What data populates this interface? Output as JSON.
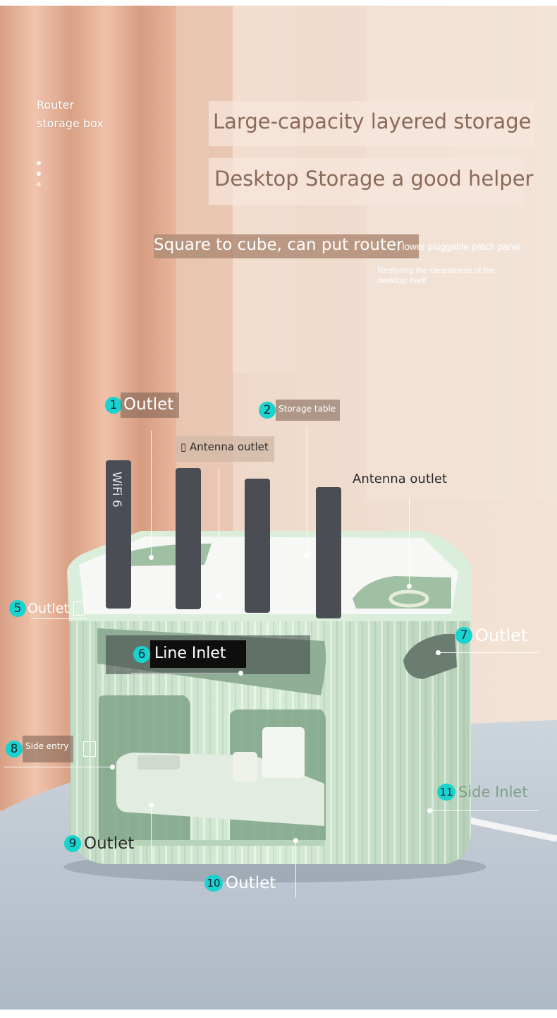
{
  "header": {
    "side_title": [
      "Router",
      "storage box"
    ],
    "headline_1": "Large-capacity layered storage",
    "headline_2": "Desktop Storage a good helper",
    "subheadline": "Square to cube, can put router",
    "subheadline_suffix": ", lower pluggable patch panel",
    "description": "Restoring the cleanliness of the desktop itself"
  },
  "product": {
    "antenna_brand": "WiFi 6"
  },
  "callouts": [
    {
      "number": "1",
      "label": "Outlet"
    },
    {
      "number": "2",
      "label": "Storage table"
    },
    {
      "number": "",
      "label": "▯ Antenna outlet"
    },
    {
      "number": "",
      "label": "Antenna outlet"
    },
    {
      "number": "5",
      "label": "Outlet"
    },
    {
      "number": "6",
      "label": "Line Inlet"
    },
    {
      "number": "7",
      "label": "Outlet"
    },
    {
      "number": "8",
      "label": "Side entry"
    },
    {
      "number": "9",
      "label": "Outlet"
    },
    {
      "number": "10",
      "label": "Outlet"
    },
    {
      "number": "11",
      "label": "Side Inlet"
    }
  ],
  "colors": {
    "accent_marker": "#19d3cf",
    "box_green": "#cfe6d0",
    "curtain": "#e6b49b",
    "wall": "#ecd9c8",
    "table": "#c2cdd8",
    "antenna": "#4a4d54"
  }
}
